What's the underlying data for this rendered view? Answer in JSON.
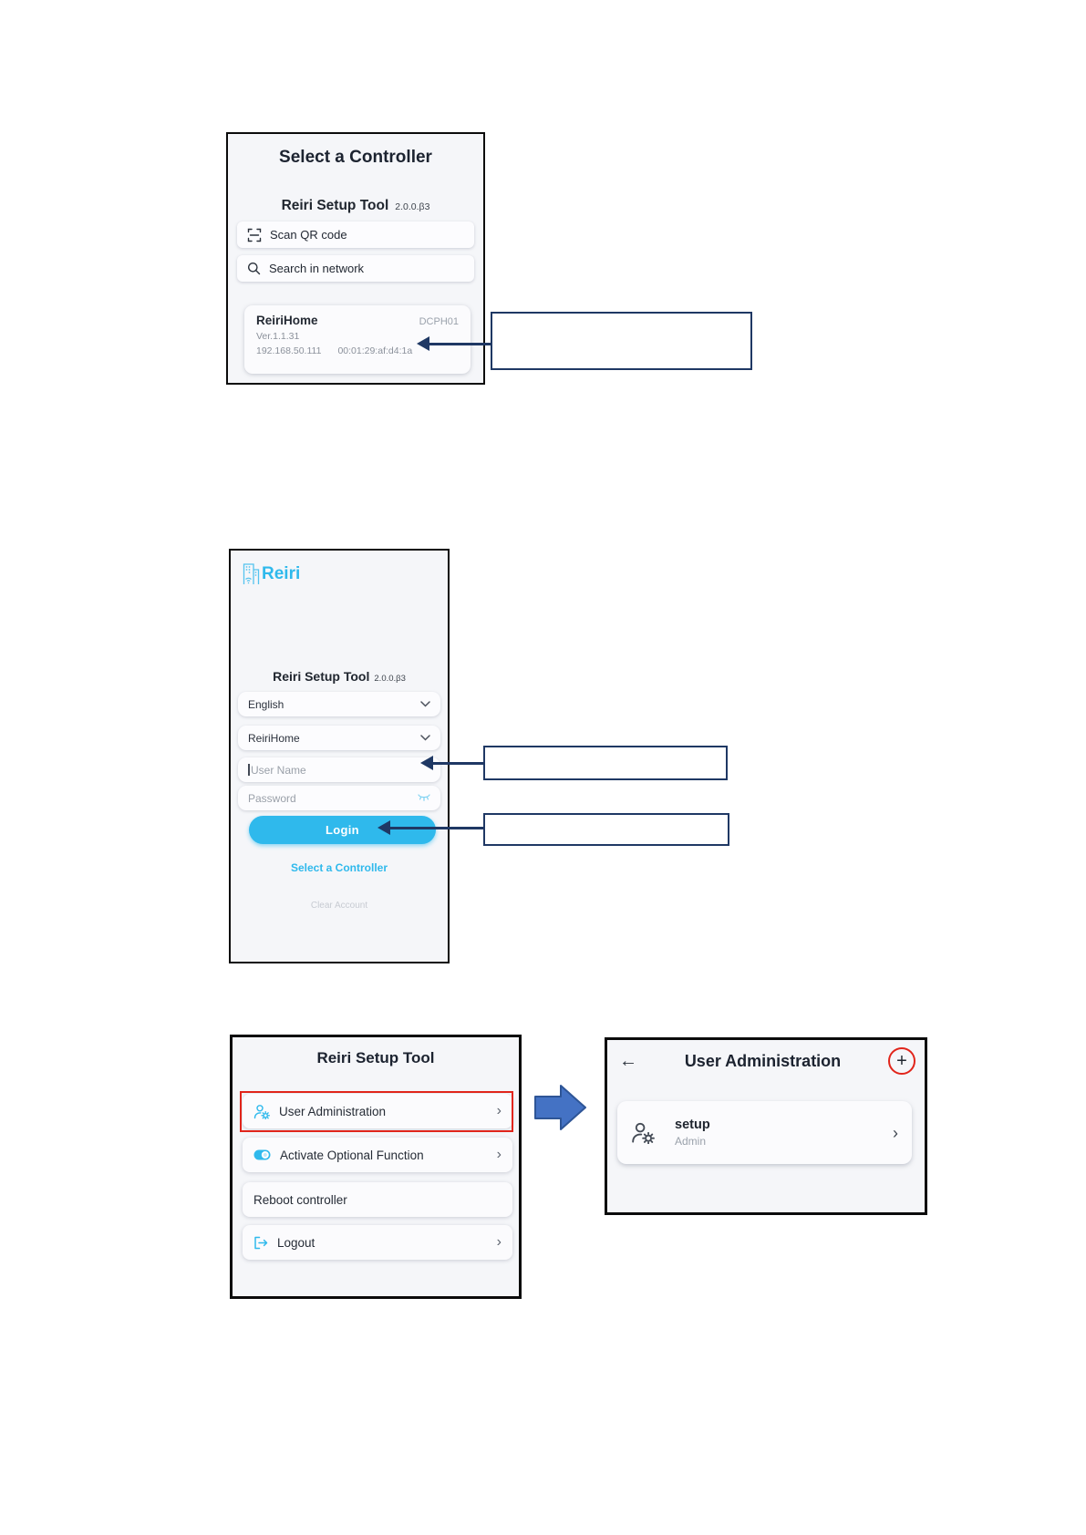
{
  "colors": {
    "accent_cyan": "#2fb9ec",
    "annotation_navy": "#1f3864",
    "highlight_red": "#e1251b",
    "flow_arrow_blue": "#4472c4"
  },
  "icons": {
    "back": "←",
    "plus": "+",
    "chevron_right": "›"
  },
  "controller_select": {
    "title": "Select a Controller",
    "app_name": "Reiri Setup Tool",
    "version": "2.0.0.β3",
    "scan_qr_label": "Scan QR code",
    "search_network_label": "Search in network",
    "device": {
      "name": "ReiriHome",
      "model": "DCPH01",
      "firmware": "Ver.1.1.31",
      "ip": "192.168.50.111",
      "mac": "00:01:29:af:d4:1a"
    }
  },
  "login": {
    "brand": "Reiri",
    "app_name": "Reiri Setup Tool",
    "version": "2.0.0.β3",
    "language_value": "English",
    "controller_value": "ReiriHome",
    "username_placeholder": "User Name",
    "password_placeholder": "Password",
    "login_label": "Login",
    "select_controller_label": "Select a Controller",
    "clear_account_label": "Clear Account"
  },
  "setup_menu": {
    "title": "Reiri Setup Tool",
    "items": [
      {
        "label": "User Administration"
      },
      {
        "label": "Activate Optional Function"
      },
      {
        "label": "Reboot controller"
      },
      {
        "label": "Logout"
      }
    ]
  },
  "user_admin": {
    "title": "User Administration",
    "user": {
      "name": "setup",
      "role": "Admin"
    }
  }
}
